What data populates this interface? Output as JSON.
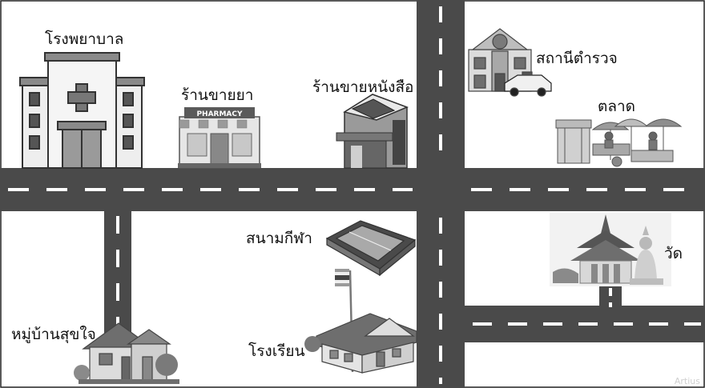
{
  "places": {
    "hospital": "โรงพยาบาล",
    "pharmacy": "ร้านขายยา",
    "pharmacy_sign": "PHARMACY",
    "bookstore": "ร้านขายหนังสือ",
    "police": "สถานีตำรวจ",
    "market": "ตลาด",
    "stadium": "สนามกีฬา",
    "temple": "วัด",
    "village": "หมู่บ้านสุขใจ",
    "school": "โรงเรียน"
  },
  "colors": {
    "road": "#4a4a4a",
    "road_mark": "#ffffff",
    "building_light": "#eeeeee",
    "building_mid": "#b5b5b5",
    "building_dark": "#5a5a5a"
  },
  "icons": [
    "hospital-icon",
    "pharmacy-icon",
    "bookstore-icon",
    "police-station-icon",
    "market-icon",
    "stadium-icon",
    "temple-icon",
    "house-icon",
    "school-icon",
    "flag-icon"
  ],
  "watermark": "Artius"
}
